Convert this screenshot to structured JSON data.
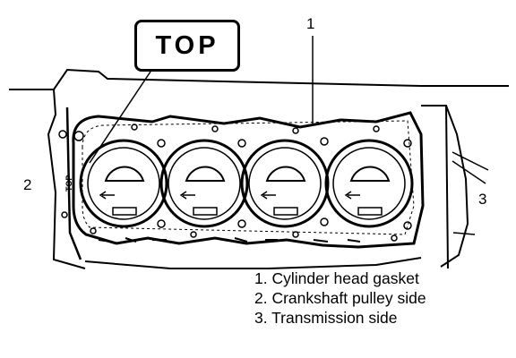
{
  "callout_top": "TOP",
  "callout_numbers": {
    "n1": "1",
    "n2": "2",
    "n3": "3"
  },
  "gasket_stamp": "TOP",
  "legend": [
    "1.  Cylinder head gasket",
    "2.  Crankshaft pulley side",
    "3.  Transmission side"
  ]
}
